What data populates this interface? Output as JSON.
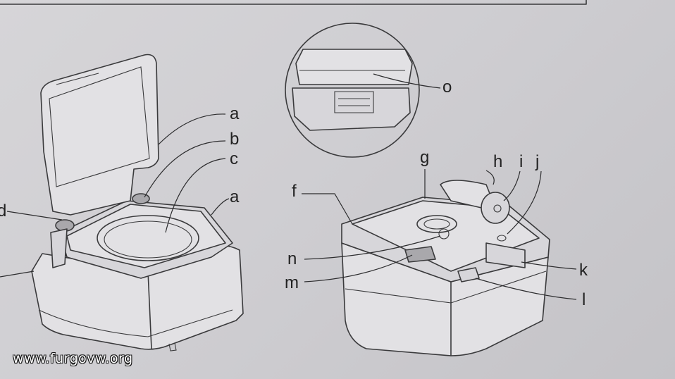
{
  "callouts": {
    "a_top": "a",
    "b": "b",
    "c": "c",
    "a_side": "a",
    "d": "d",
    "o": "o",
    "g": "g",
    "h": "h",
    "i": "i",
    "j": "j",
    "f": "f",
    "n": "n",
    "m": "m",
    "k": "k",
    "l": "l"
  },
  "watermark": "www.furgovw.org"
}
